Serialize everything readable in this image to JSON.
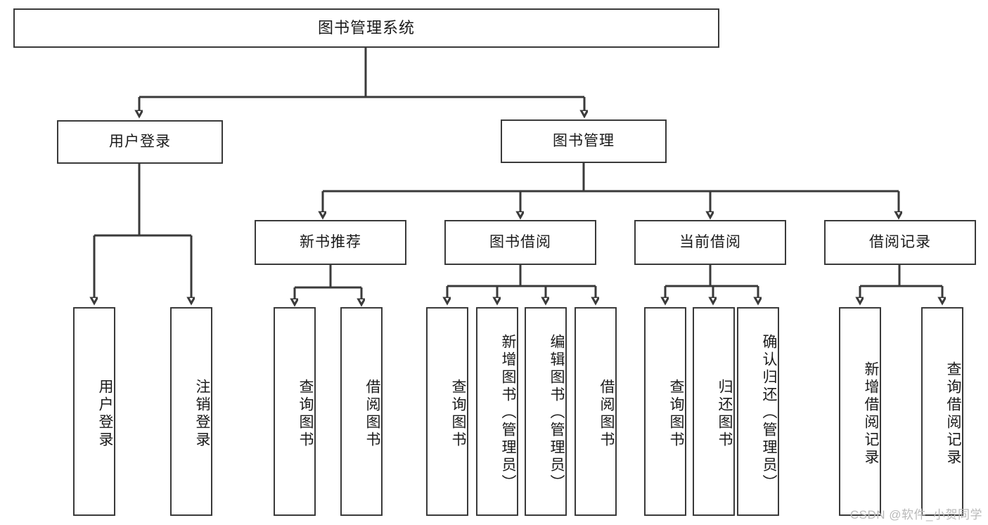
{
  "diagram": {
    "title": "图书管理系统",
    "type": "tree",
    "root": {
      "id": "root",
      "label": "图书管理系统"
    },
    "level1": [
      {
        "id": "user-login",
        "label": "用户登录"
      },
      {
        "id": "book-manage",
        "label": "图书管理"
      }
    ],
    "level2": [
      {
        "id": "new-book-recommend",
        "label": "新书推荐",
        "parent": "book-manage"
      },
      {
        "id": "book-borrow",
        "label": "图书借阅",
        "parent": "book-manage"
      },
      {
        "id": "current-borrow",
        "label": "当前借阅",
        "parent": "book-manage"
      },
      {
        "id": "borrow-record",
        "label": "借阅记录",
        "parent": "book-manage"
      }
    ],
    "leaves": {
      "user_login": [
        {
          "id": "leaf-user-login",
          "label": "用户登录"
        },
        {
          "id": "leaf-user-logout",
          "label": "注销登录"
        }
      ],
      "new_book_recommend": [
        {
          "id": "leaf-query-book-1",
          "label": "查询图书"
        },
        {
          "id": "leaf-borrow-book-1",
          "label": "借阅图书"
        }
      ],
      "book_borrow": [
        {
          "id": "leaf-query-book-2",
          "label": "查询图书"
        },
        {
          "id": "leaf-add-book",
          "label": "新增图书（管理员）"
        },
        {
          "id": "leaf-edit-book",
          "label": "编辑图书（管理员）"
        },
        {
          "id": "leaf-borrow-book-2",
          "label": "借阅图书"
        }
      ],
      "current_borrow": [
        {
          "id": "leaf-query-book-3",
          "label": "查询图书"
        },
        {
          "id": "leaf-return-book",
          "label": "归还图书"
        },
        {
          "id": "leaf-confirm-return",
          "label": "确认归还（管理员）"
        }
      ],
      "borrow_record": [
        {
          "id": "leaf-add-record",
          "label": "新增借阅记录"
        },
        {
          "id": "leaf-query-record",
          "label": "查询借阅记录"
        }
      ]
    }
  },
  "watermark": {
    "text": "CSDN @软件_小贺同学"
  },
  "colors": {
    "stroke": "#3a3a3a",
    "fill": "#ffffff",
    "text": "#1a1a1a",
    "watermark": "#b9b9b9"
  }
}
